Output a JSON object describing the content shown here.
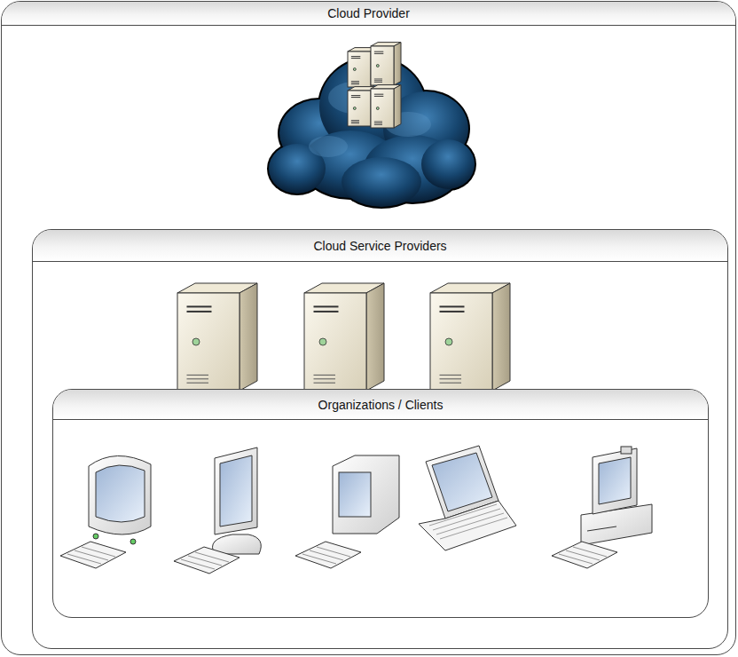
{
  "diagram": {
    "nodes": [
      {
        "text": [
          "Cloud Provider"
        ]
      },
      {
        "text": [
          "Cloud Service Providers"
        ],
        "in": 0
      },
      {
        "text": [
          "Organizations / Clients"
        ],
        "in": 1
      }
    ]
  }
}
